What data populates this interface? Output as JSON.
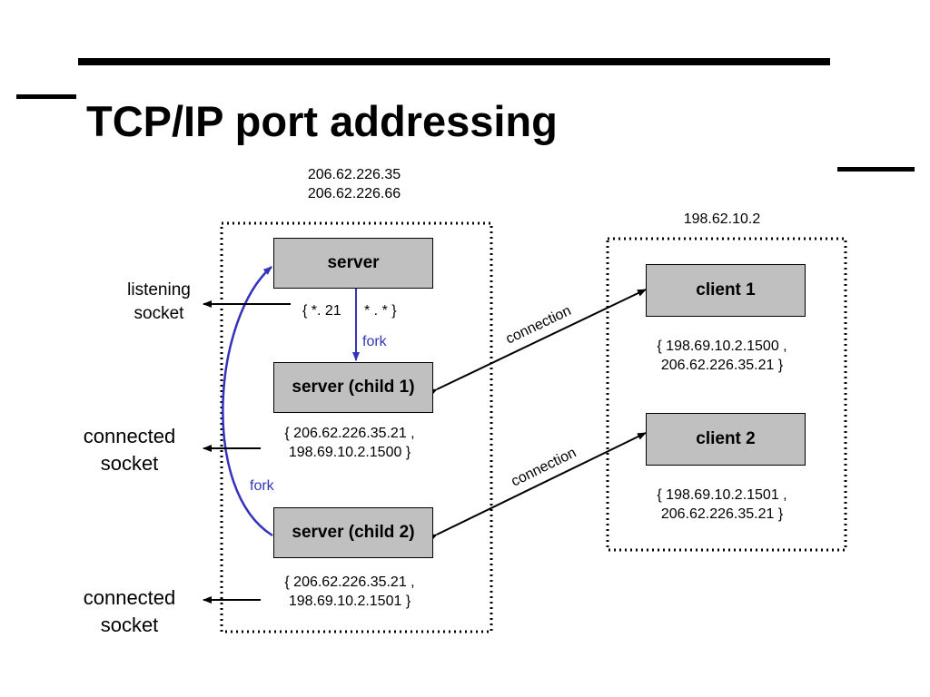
{
  "title": "TCP/IP port addressing",
  "server_ips": [
    "206.62.226.35",
    "206.62.226.66"
  ],
  "client_ip": "198.62.10.2",
  "nodes": {
    "server": "server",
    "child1": "server (child 1)",
    "child2": "server (child 2)",
    "client1": "client 1",
    "client2": "client 2"
  },
  "sockets": {
    "listening": [
      "{ *. 21",
      "* . * }"
    ],
    "child1": [
      "{ 206.62.226.35.21 ,",
      "198.69.10.2.1500 }"
    ],
    "child2": [
      "{ 206.62.226.35.21 ,",
      "198.69.10.2.1501 }"
    ],
    "client1": [
      "{ 198.69.10.2.1500 ,",
      "206.62.226.35.21 }"
    ],
    "client2": [
      "{ 198.69.10.2.1501 ,",
      "206.62.226.35.21 }"
    ]
  },
  "side_labels": {
    "listening": [
      "listening",
      "socket"
    ],
    "connected1": [
      "connected",
      "socket"
    ],
    "connected2": [
      "connected",
      "socket"
    ]
  },
  "edge_labels": {
    "fork1": "fork",
    "fork2": "fork",
    "connection1": "connection",
    "connection2": "connection"
  },
  "colors": {
    "fork": "#3333bb",
    "node_fill": "#c0c0c0"
  }
}
